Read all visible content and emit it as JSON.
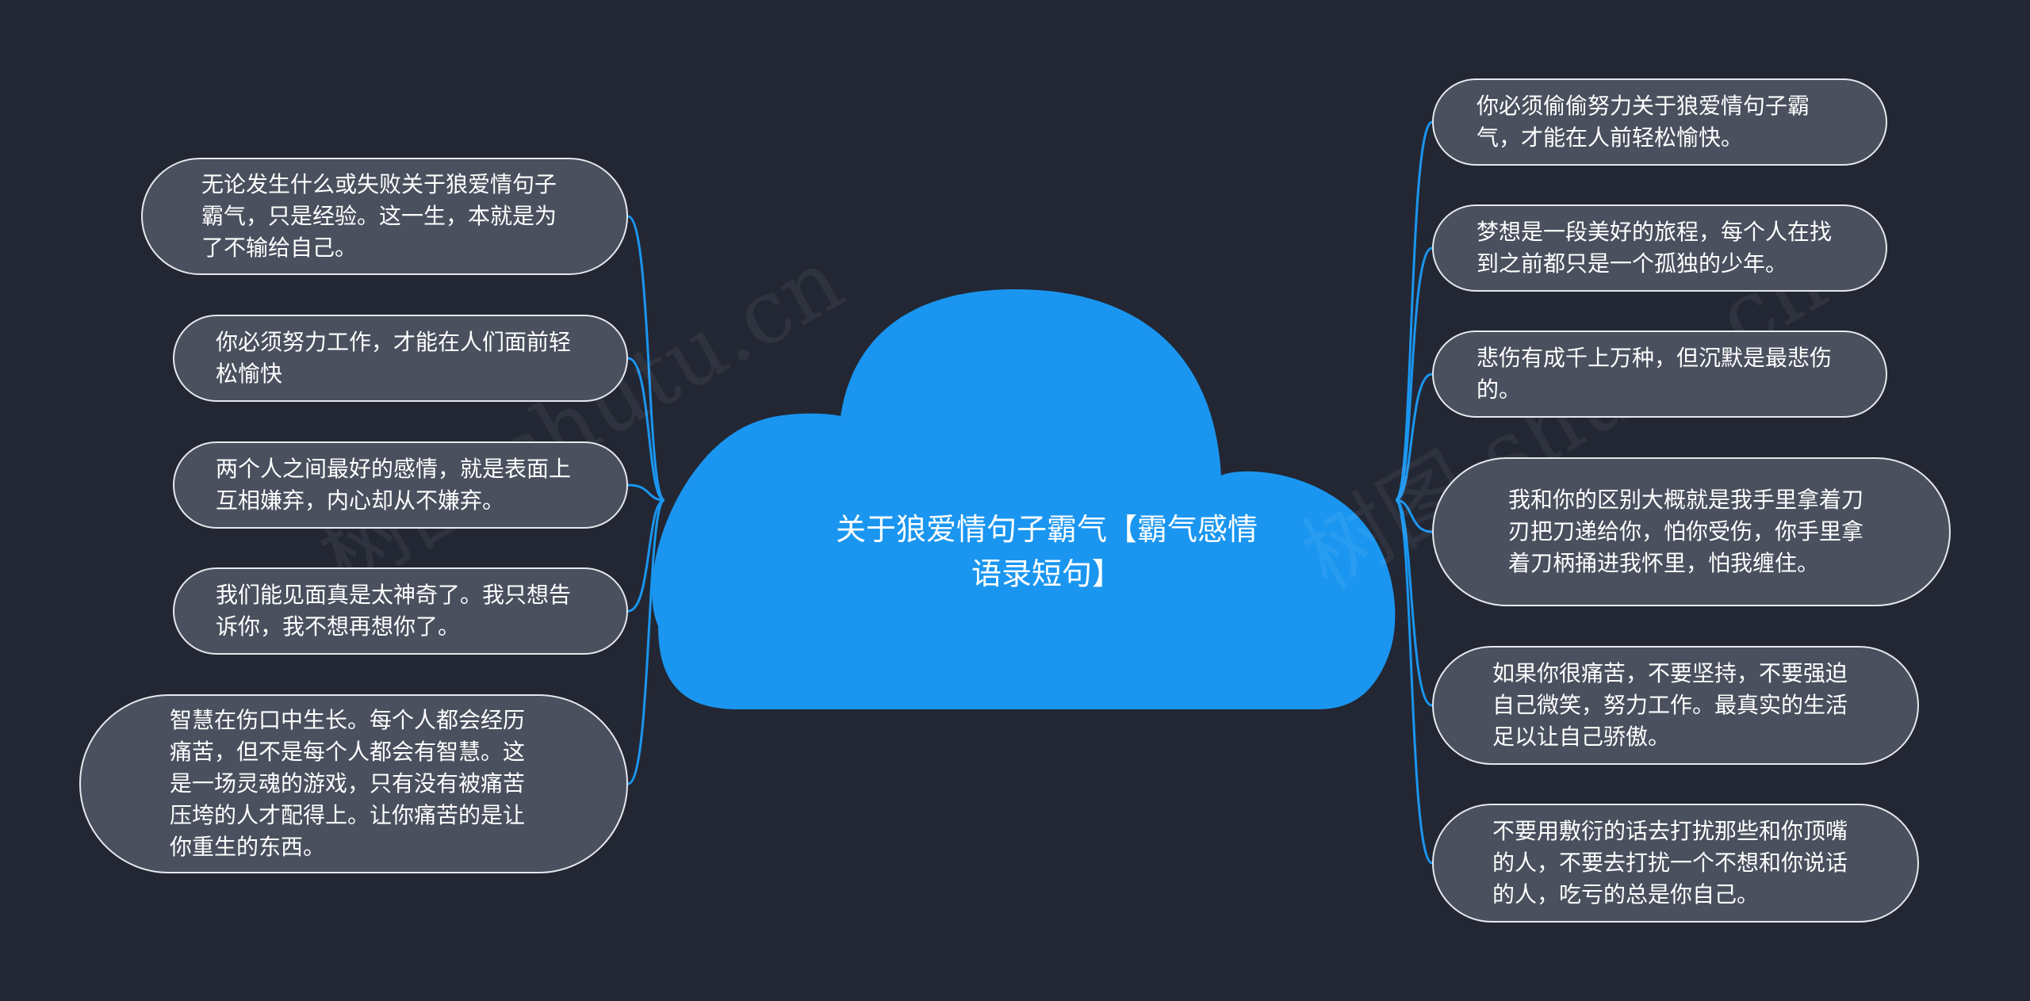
{
  "diagram": {
    "center": {
      "title": "关于狼爱情句子霸气【霸气感情语录短句】"
    },
    "left_nodes": [
      {
        "text": "无论发生什么或失败关于狼爱情句子霸气，只是经验。这一生，本就是为了不输给自己。"
      },
      {
        "text": "你必须努力工作，才能在人们面前轻松愉快"
      },
      {
        "text": "两个人之间最好的感情，就是表面上互相嫌弃，内心却从不嫌弃。"
      },
      {
        "text": "我们能见面真是太神奇了。我只想告诉你，我不想再想你了。"
      },
      {
        "text": "智慧在伤口中生长。每个人都会经历痛苦，但不是每个人都会有智慧。这是一场灵魂的游戏，只有没有被痛苦压垮的人才配得上。让你痛苦的是让你重生的东西。"
      }
    ],
    "right_nodes": [
      {
        "text": "你必须偷偷努力关于狼爱情句子霸气，才能在人前轻松愉快。"
      },
      {
        "text": "梦想是一段美好的旅程，每个人在找到之前都只是一个孤独的少年。"
      },
      {
        "text": "悲伤有成千上万种，但沉默是最悲伤的。"
      },
      {
        "text": "我和你的区别大概就是我手里拿着刀刃把刀递给你，怕你受伤，你手里拿着刀柄捅进我怀里，怕我缠住。"
      },
      {
        "text": "如果你很痛苦，不要坚持，不要强迫自己微笑，努力工作。最真实的生活足以让自己骄傲。"
      },
      {
        "text": "不要用敷衍的话去打扰那些和你顶嘴的人，不要去打扰一个不想和你说话的人，吃亏的总是你自己。"
      }
    ],
    "colors": {
      "background": "#232733",
      "cloud": "#1a96f0",
      "connector": "#1a96f0",
      "node_fill": "#4a505e",
      "node_border": "#e6e8ee"
    }
  }
}
